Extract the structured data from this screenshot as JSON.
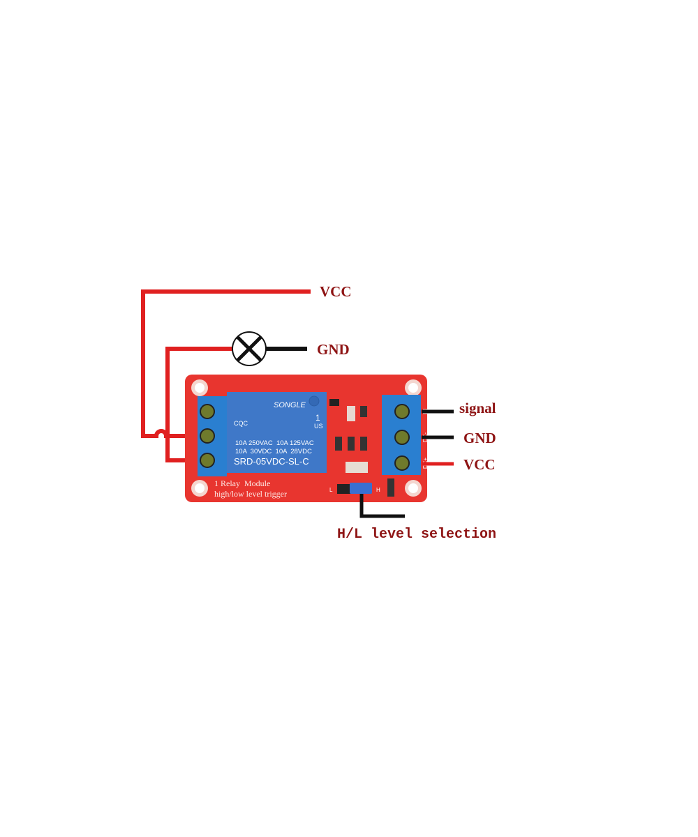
{
  "colors": {
    "wire_red": "#e02020",
    "wire_black": "#111111",
    "pcb": "#e8352f",
    "relay_blue": "#3f78c8",
    "terminal_blue": "#2a7fd0",
    "label": "#8e1414"
  },
  "labels": {
    "load_vcc": "VCC",
    "load_gnd": "GND",
    "signal": "signal",
    "gnd": "GND",
    "vcc": "VCC",
    "hl_selection": "H/L level selection"
  },
  "relay": {
    "brand": "SONGLE",
    "cert": "CQC",
    "ul": "1",
    "ul_us": "US",
    "rating1": "10A 250VAC  10A 125VAC",
    "rating2": "10A  30VDC  10A  28VDC",
    "model": "SRD-05VDC-SL-C"
  },
  "board": {
    "title": "1 Relay  Module",
    "subtitle": "high/low level trigger",
    "right_pins": [
      "IN",
      "DC-",
      "DC+"
    ],
    "jumper_l": "L",
    "jumper_h": "H"
  },
  "icons": {
    "lamp": "lamp-icon"
  }
}
